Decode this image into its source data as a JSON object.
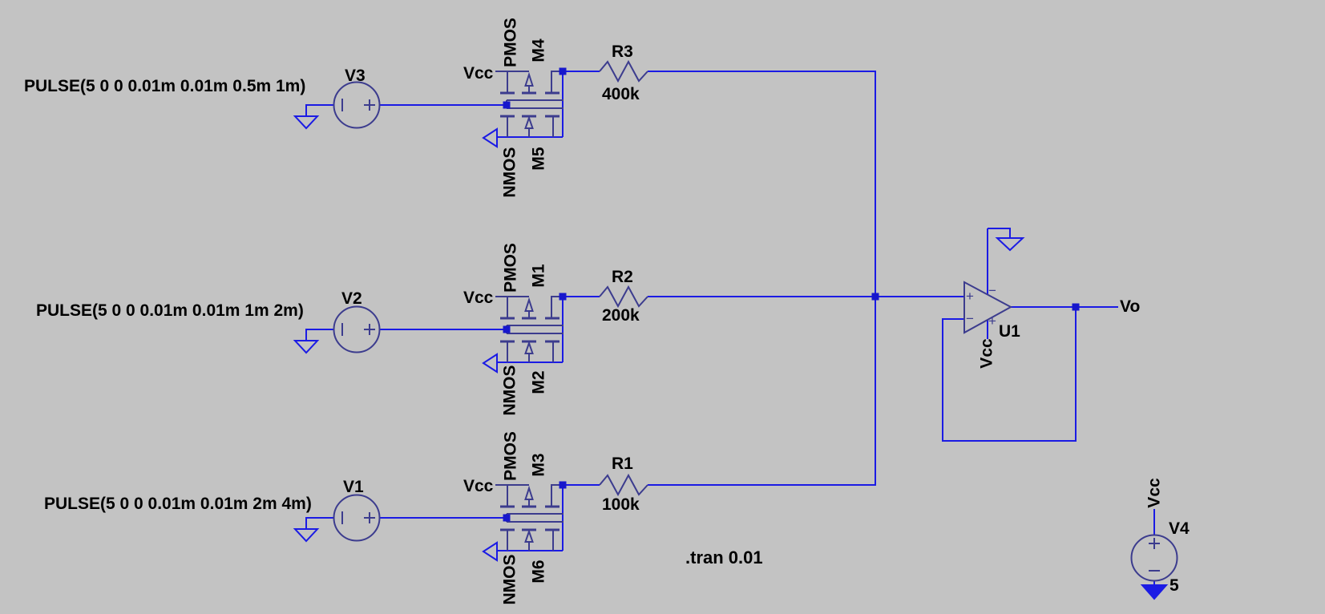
{
  "app": {
    "background_color": "#c3c3c3",
    "wire_color": "#1b1be4",
    "component_color": "#3c3c8e",
    "junction_color": "#1717cc",
    "text_color": "#000000"
  },
  "directive": {
    "text": ".tran 0.01"
  },
  "rows": [
    {
      "source": {
        "name": "V3",
        "value": "PULSE(5 0 0 0.01m 0.01m 0.5m 1m)"
      },
      "inverter": {
        "vcc": "Vcc",
        "pmos_type": "PMOS",
        "pmos_name": "M4",
        "nmos_type": "NMOS",
        "nmos_name": "M5"
      },
      "resistor": {
        "name": "R3",
        "value": "400k"
      }
    },
    {
      "source": {
        "name": "V2",
        "value": "PULSE(5 0 0 0.01m 0.01m 1m 2m)"
      },
      "inverter": {
        "vcc": "Vcc",
        "pmos_type": "PMOS",
        "pmos_name": "M1",
        "nmos_type": "NMOS",
        "nmos_name": "M2"
      },
      "resistor": {
        "name": "R2",
        "value": "200k"
      }
    },
    {
      "source": {
        "name": "V1",
        "value": "PULSE(5 0 0 0.01m 0.01m 2m 4m)"
      },
      "inverter": {
        "vcc": "Vcc",
        "pmos_type": "PMOS",
        "pmos_name": "M3",
        "nmos_type": "NMOS",
        "nmos_name": "M6"
      },
      "resistor": {
        "name": "R1",
        "value": "100k"
      }
    }
  ],
  "opamp": {
    "name": "U1",
    "output_net": "Vo",
    "vcc": "Vcc",
    "in_plus": "+",
    "in_minus": "−",
    "pwr_minus": "−",
    "pwr_plus": "+"
  },
  "supply": {
    "net": "Vcc",
    "name": "V4",
    "value": "5"
  }
}
